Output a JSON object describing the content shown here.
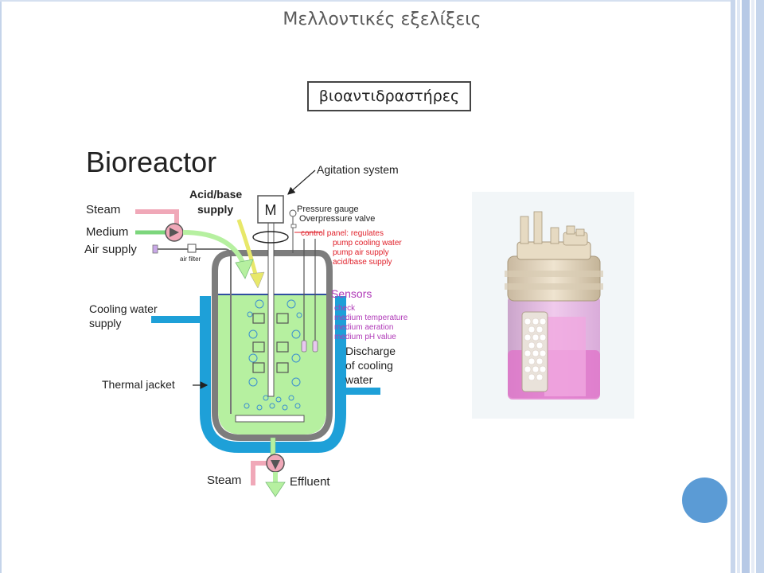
{
  "slide": {
    "title": "Μελλοντικές εξελίξεις",
    "subtitle": "βιοαντιδραστήρες"
  },
  "diagram": {
    "heading": "Bioreactor",
    "labels": {
      "agitation": "Agitation system",
      "acid_base_1": "Acid/base",
      "acid_base_2": "supply",
      "motor": "M",
      "steam_top": "Steam",
      "medium": "Medium",
      "air_supply": "Air supply",
      "air_filter": "air filter",
      "pressure_gauge": "Pressure gauge",
      "overpressure": "Overpressure valve",
      "cooling_1": "Cooling water",
      "cooling_2": "supply",
      "thermal_jacket": "Thermal jacket",
      "discharge_1": "Discharge",
      "discharge_2": "of cooling",
      "discharge_3": "water",
      "steam_bottom": "Steam",
      "effluent": "Effluent"
    },
    "control_panel": [
      "control panel: regulates",
      "pump cooling water",
      "pump air supply",
      "acid/base supply"
    ],
    "sensors": {
      "title": "Sensors",
      "items": [
        "check",
        "medium temperature",
        "medium aeration",
        "medium pH value"
      ]
    }
  },
  "colors": {
    "medium": "#b6f0a0",
    "cooling": "#1ea0d8",
    "steam": "#f0a8b8",
    "accent": "#5b9bd5",
    "control_text": "#e0202a",
    "sensor_text": "#b03ab8"
  }
}
